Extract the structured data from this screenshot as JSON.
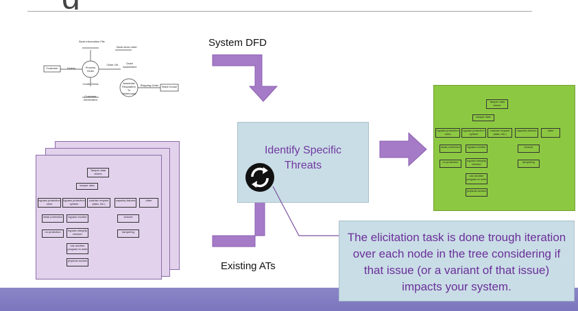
{
  "title_fragment": "g",
  "labels": {
    "system_dfd": "System DFD",
    "existing_ats": "Existing ATs"
  },
  "center_box": {
    "line1": "Identify Specific",
    "line2": "Threats"
  },
  "note": {
    "text": "The elicitation task is done trough iteration over each node in the tree considering if that issue (or a variant of that issue) impacts your system."
  },
  "dfd": {
    "book_info": "Book information File",
    "book_store": "Book store order",
    "customer": "Customer",
    "orders": "Orders",
    "process_order": "Process Order",
    "order_ok": "Order OK",
    "order_assembled": "Order Assembled",
    "credit_check": "Credit Check",
    "customer_info": "Customer Information",
    "assemble": "Assemble Requisition To Warehouse",
    "shipping_order": "Shipping Order",
    "wave_house": "Wave house"
  },
  "tree": {
    "root": "Tamper data stores",
    "l1": "tamper data",
    "l2": [
      "bypass protection rules",
      "bypass protection system",
      "confuse request (data, etc.)",
      "capacity failures",
      "other"
    ],
    "l3a": [
      "weak protection",
      "no protection"
    ],
    "l3b": [
      "bypass monitor",
      "bypass integrity checker",
      "use another program to write",
      "physical access"
    ],
    "l3c": [
      "closure",
      "tampering"
    ]
  },
  "colors": {
    "purple_arrow": "#a57bc7",
    "green_tree": "#8dc842",
    "lavender_stack": "#e2d2ec",
    "box_blue": "#c9dde6",
    "accent_text": "#7038a0",
    "band": "#8b86c7"
  }
}
